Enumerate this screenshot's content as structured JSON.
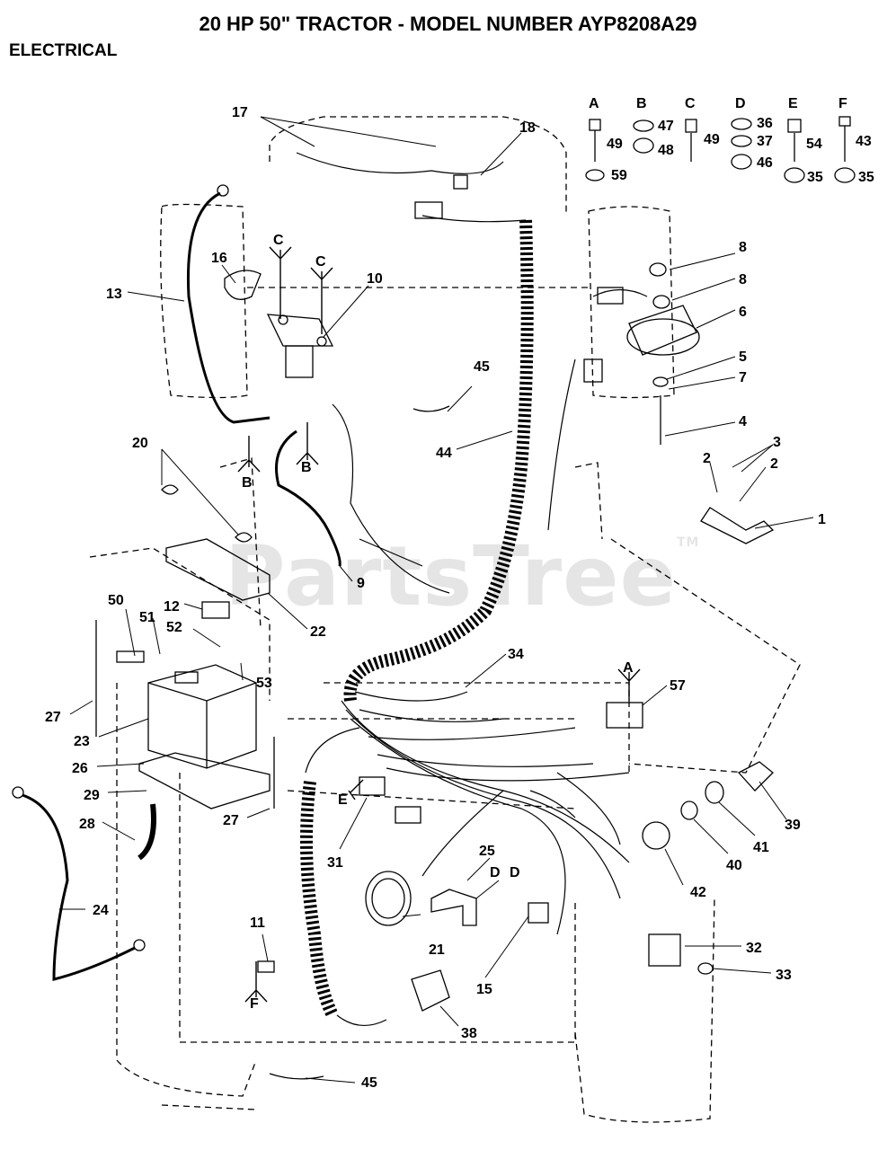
{
  "title": "20 HP 50\" TRACTOR - MODEL NUMBER AYP8208A29",
  "subtitle": "ELECTRICAL",
  "watermark": "PartsTree",
  "watermark_mark": "TM",
  "hardware_key": [
    {
      "letter": "A",
      "parts": [
        "49",
        "59"
      ]
    },
    {
      "letter": "B",
      "parts": [
        "47",
        "48"
      ]
    },
    {
      "letter": "C",
      "parts": [
        "49"
      ]
    },
    {
      "letter": "D",
      "parts": [
        "36",
        "37",
        "46"
      ]
    },
    {
      "letter": "E",
      "parts": [
        "54",
        "35"
      ]
    },
    {
      "letter": "F",
      "parts": [
        "43",
        "35"
      ]
    }
  ],
  "callouts": [
    "1",
    "2",
    "2",
    "3",
    "4",
    "5",
    "6",
    "7",
    "8",
    "8",
    "9",
    "10",
    "11",
    "12",
    "13",
    "15",
    "16",
    "17",
    "18",
    "20",
    "21",
    "22",
    "23",
    "24",
    "25",
    "26",
    "27",
    "27",
    "28",
    "29",
    "31",
    "32",
    "33",
    "34",
    "38",
    "39",
    "40",
    "41",
    "42",
    "44",
    "45",
    "45",
    "50",
    "51",
    "52",
    "53",
    "57"
  ],
  "ref_letters": [
    "C",
    "C",
    "B",
    "B",
    "A",
    "E",
    "D",
    "D",
    "F"
  ]
}
